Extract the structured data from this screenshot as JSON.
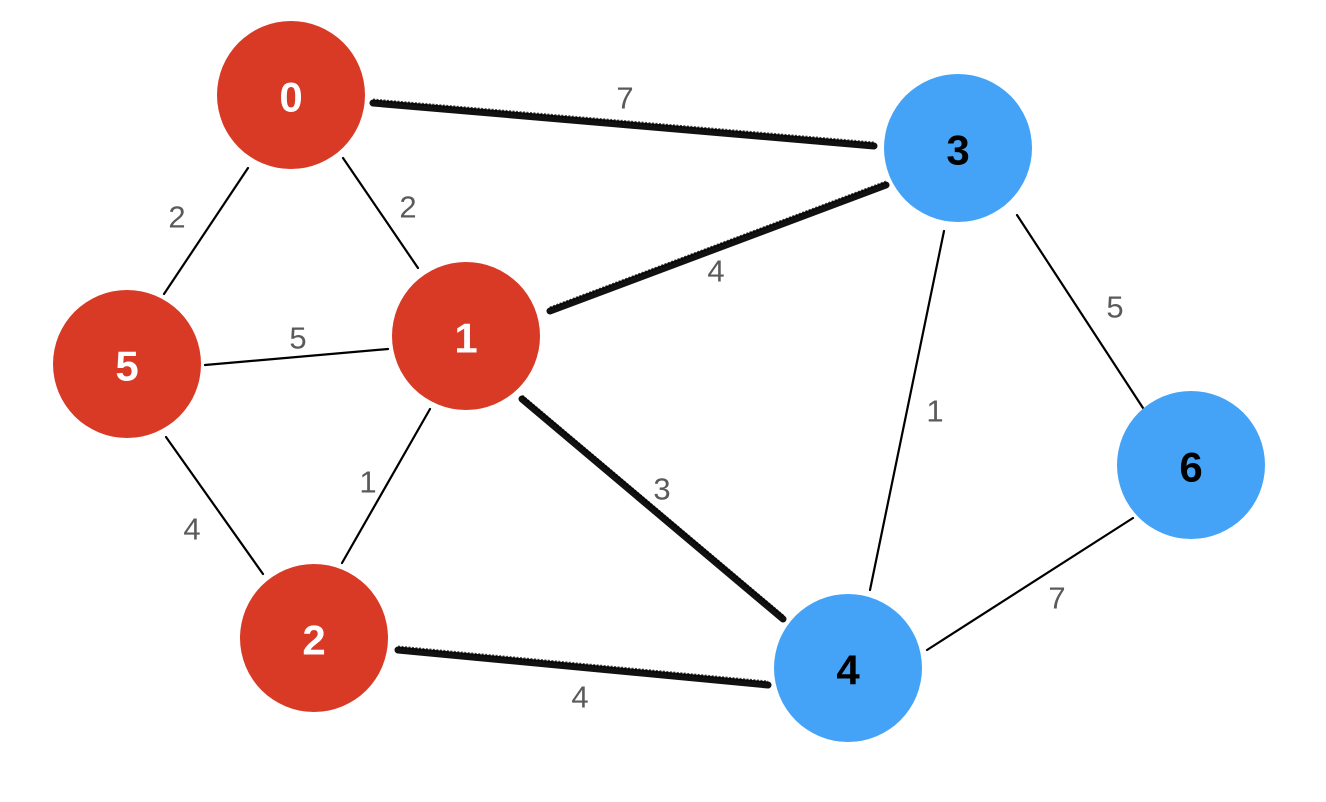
{
  "colors": {
    "red_group": "#d93a26",
    "blue_group": "#45a3f7",
    "red_label": "#ffffff",
    "blue_label": "#000000"
  },
  "nodes": [
    {
      "id": "0",
      "label": "0",
      "group": "red"
    },
    {
      "id": "1",
      "label": "1",
      "group": "red"
    },
    {
      "id": "2",
      "label": "2",
      "group": "red"
    },
    {
      "id": "3",
      "label": "3",
      "group": "blue"
    },
    {
      "id": "4",
      "label": "4",
      "group": "blue"
    },
    {
      "id": "5",
      "label": "5",
      "group": "red"
    },
    {
      "id": "6",
      "label": "6",
      "group": "blue"
    }
  ],
  "edges": [
    {
      "from": "0",
      "to": "3",
      "weight": "7",
      "cut": true
    },
    {
      "from": "0",
      "to": "1",
      "weight": "2",
      "cut": false
    },
    {
      "from": "0",
      "to": "5",
      "weight": "2",
      "cut": false
    },
    {
      "from": "5",
      "to": "1",
      "weight": "5",
      "cut": false
    },
    {
      "from": "5",
      "to": "2",
      "weight": "4",
      "cut": false
    },
    {
      "from": "1",
      "to": "2",
      "weight": "1",
      "cut": false
    },
    {
      "from": "1",
      "to": "3",
      "weight": "4",
      "cut": true
    },
    {
      "from": "1",
      "to": "4",
      "weight": "3",
      "cut": true
    },
    {
      "from": "2",
      "to": "4",
      "weight": "4",
      "cut": true
    },
    {
      "from": "3",
      "to": "4",
      "weight": "1",
      "cut": false
    },
    {
      "from": "3",
      "to": "6",
      "weight": "5",
      "cut": false
    },
    {
      "from": "4",
      "to": "6",
      "weight": "7",
      "cut": false
    }
  ]
}
